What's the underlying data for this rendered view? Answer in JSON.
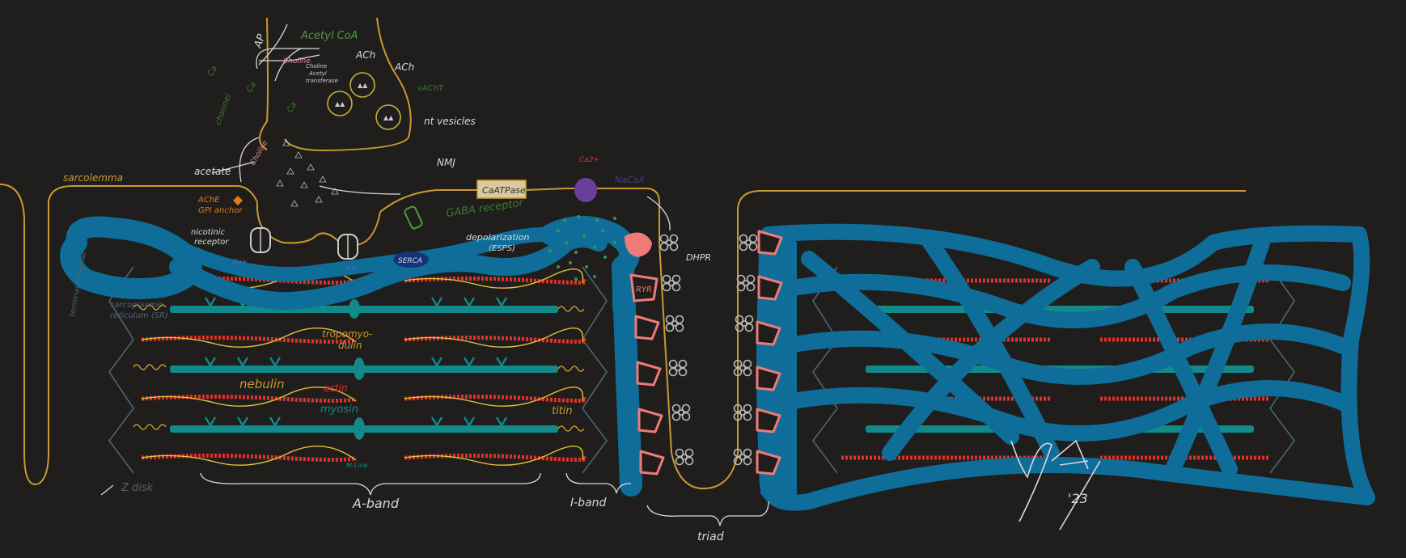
{
  "labels": {
    "ap": "AP",
    "acetyl_coa": "Acetyl CoA",
    "choline_top": "Choline",
    "choline_acetyl": "Choline",
    "choline_acetyl2": "Acetyl",
    "choline_acetyl3": "transferase",
    "ach1": "ACh",
    "ach2": "ACh",
    "vachnt": "vAChT",
    "nt_vesicles": "nt vesicles",
    "ca_channel_1": "Ca",
    "ca_channel_2": "channel",
    "ca_left": "Ca",
    "ca_mid": "Ca",
    "choline_mid": "Choline",
    "acetate": "acetate",
    "ache": "AChE",
    "gpi_anchor": "GPI anchor",
    "nmj": "NMJ",
    "nicotinic_receptor_1": "nicotinic",
    "nicotinic_receptor_2": "receptor",
    "sarcolemma": "sarcolemma",
    "ca_atpase": "CaATPase",
    "ca2_top": "Ca2+",
    "ncx": "NaCaX",
    "gaba_receptor": "GABA receptor",
    "depolarization_1": "depolarization",
    "depolarization_2": "(ESPS)",
    "dhpr": "DHPR",
    "ryr": "RYR",
    "serca": "SERCA",
    "na_k_1": "Na+",
    "na_k_2": "K+",
    "terminal_cisternae": "terminal cisternae",
    "sr_1": "sarcoplasmic",
    "sr_2": "reticulum (SR)",
    "tropomyosin_1": "tropomyo-",
    "tropomyosin_2": "dulin",
    "nebulin": "nebulin",
    "actin": "actin",
    "myosin": "myosin",
    "titin": "titin",
    "m_line": "M-Line",
    "z_disk": "Z disk",
    "a_band": "A-band",
    "i_band": "I-band",
    "triad": "triad",
    "signature": "KA",
    "signature_year": "'23"
  },
  "colors": {
    "background": "#1f1e1d",
    "membrane": "#c99a2e",
    "sr_blue": "#0f6e99",
    "actin_red": "#e0322b",
    "myosin_teal": "#128a8a",
    "label_green": "#4e9a3a",
    "label_white": "#d9d9d9",
    "ryr_pink": "#f07a78",
    "serca_navy": "#14337a"
  }
}
